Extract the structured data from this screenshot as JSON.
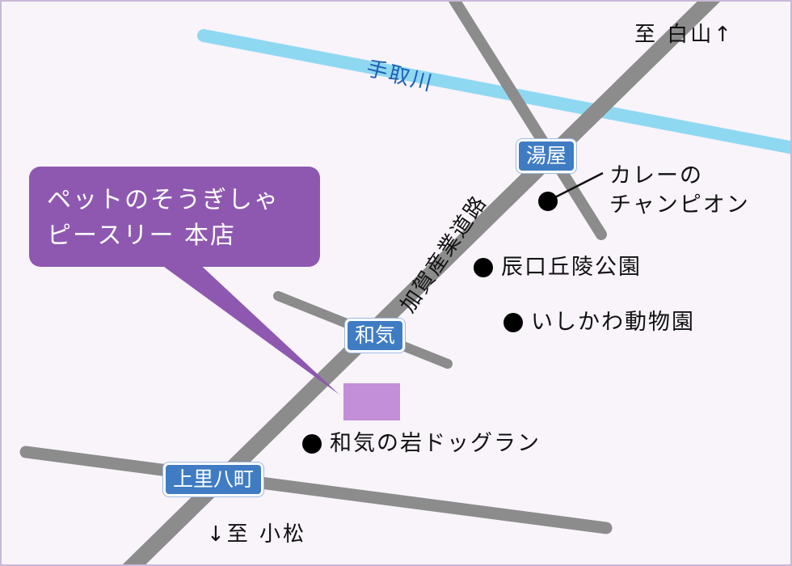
{
  "map": {
    "river": {
      "name": "手取川",
      "color": "#8fd8f2"
    },
    "main_road": {
      "name": "加賀産業道路"
    },
    "road_color": "#8c8c8c",
    "junctions": [
      {
        "id": "yuya",
        "label": "湯屋"
      },
      {
        "id": "wake",
        "label": "和気"
      },
      {
        "id": "kamisatohachimachi",
        "label": "上里八町"
      }
    ],
    "directions": {
      "north": "至 白山↑",
      "south": "↓至 小松"
    },
    "store": {
      "name_line1": "ペットのそうぎしゃ",
      "name_line2": "ピースリー 本店",
      "callout_color": "#8e58b0",
      "marker_color": "#c38fd8"
    },
    "landmarks": [
      {
        "id": "curry",
        "line1": "カレーの",
        "line2": "チャンピオン"
      },
      {
        "id": "tatsunokuchi-park",
        "name": "辰口丘陵公園"
      },
      {
        "id": "ishikawa-zoo",
        "name": "いしかわ動物園"
      },
      {
        "id": "wake-dogrun",
        "name": "和気の岩ドッグラン"
      }
    ],
    "junction_color": "#3f7cc4",
    "accent_colors": {
      "river_text": "#1d5fb8"
    }
  }
}
